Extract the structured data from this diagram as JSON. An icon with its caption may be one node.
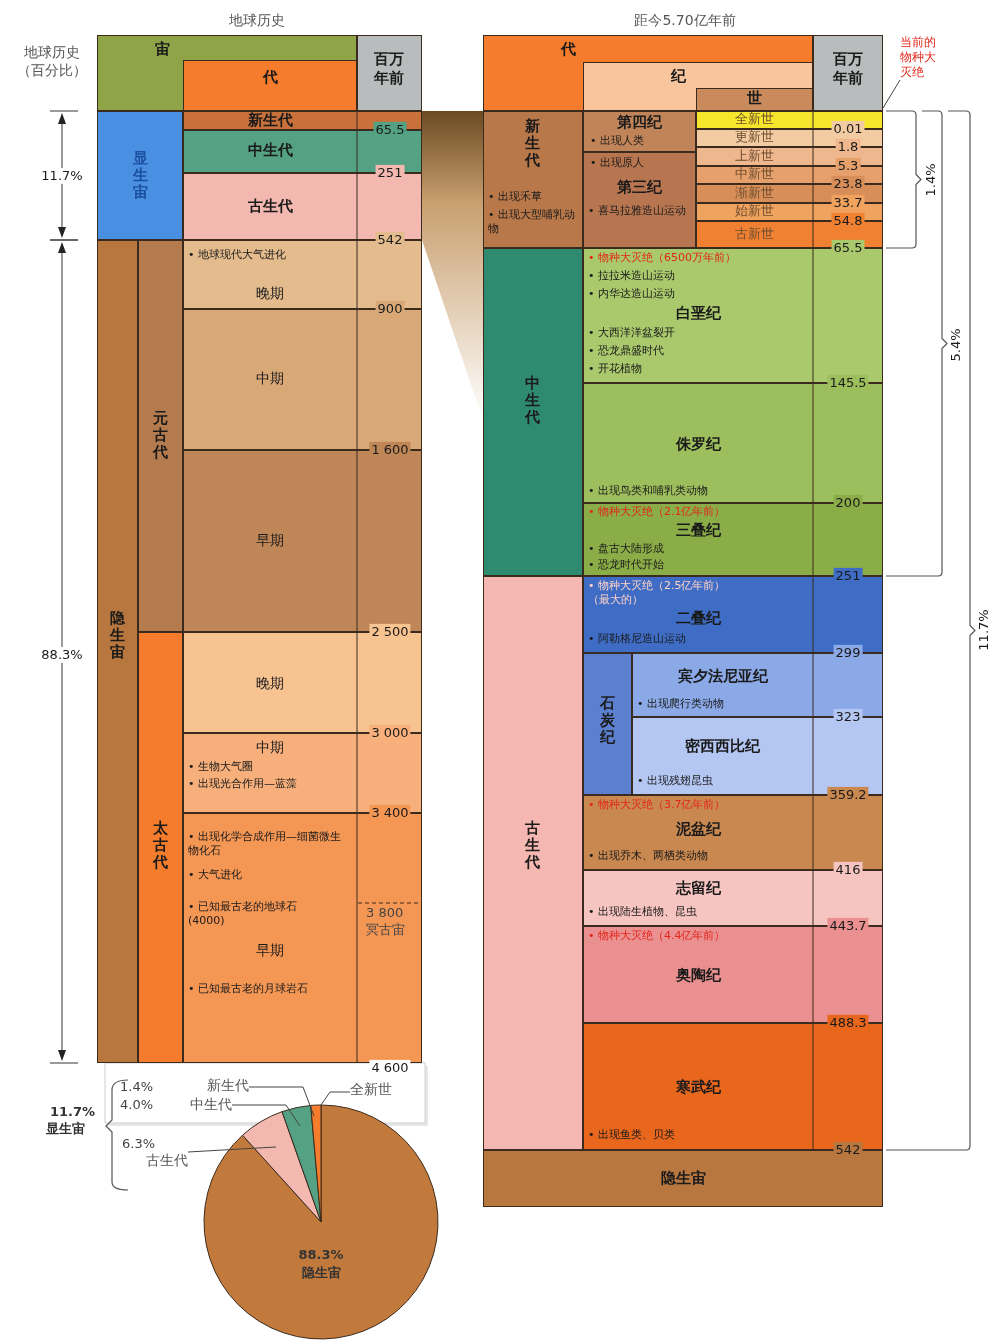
{
  "diagram": {
    "nodes": [
      {
        "text": [
          "宙"
        ]
      },
      {
        "text": [
          "代"
        ],
        "in": 0
      },
      {
        "text": [
          "百万年前"
        ]
      },
      {
        "text": [
          "新生代"
        ]
      },
      {
        "text": [
          "中生代"
        ]
      },
      {
        "text": [
          "古生代"
        ]
      },
      {
        "text": [
          "显生宙"
        ]
      },
      {
        "text": [
          "隐生宙"
        ]
      },
      {
        "text": [
          "元古代"
        ]
      },
      {
        "text": [
          "• 地球现代大气进化",
          "晚期"
        ]
      },
      {
        "text": [
          "中期"
        ]
      },
      {
        "text": [
          "早期"
        ]
      },
      {
        "text": [
          "太古代"
        ]
      },
      {
        "text": [
          "晚期"
        ]
      },
      {
        "text": [
          "中期",
          "• 生物大气圈",
          "• 出现光合作用—蓝藻"
        ]
      },
      {
        "text": [
          "• 出现化学合成作用—细菌微生物化石",
          "• 大气进化",
          "• 已知最古老的地球石(4000)",
          "早期",
          "• 已知最古老的月球岩石"
        ]
      },
      {
        "text": [
          "代"
        ]
      },
      {
        "text": [
          "纪"
        ],
        "in": 16
      },
      {
        "text": [
          "世"
        ],
        "in": 17
      },
      {
        "text": [
          "百万年前"
        ]
      },
      {
        "text": [
          "新生代",
          "• 出现禾草",
          "• 出现大型哺乳动物"
        ]
      },
      {
        "text": [
          "第四纪",
          "• 出现人类"
        ]
      },
      {
        "text": [
          "• 出现原人",
          "第三纪",
          "• 喜马拉雅造山运动"
        ]
      },
      {
        "text": [
          "全新世"
        ]
      },
      {
        "text": [
          "更新世"
        ]
      },
      {
        "text": [
          "上新世"
        ]
      },
      {
        "text": [
          "中新世"
        ]
      },
      {
        "text": [
          "渐新世"
        ]
      },
      {
        "text": [
          "始新世"
        ]
      },
      {
        "text": [
          "古新世"
        ]
      },
      {
        "text": [
          "中生代"
        ]
      },
      {
        "text": [
          "• 物种大灭绝（6500万年前）",
          "• 拉拉米造山运动",
          "• 内华达造山运动",
          "白垩纪",
          "• 大西洋洋盆裂开",
          "• 恐龙鼎盛时代",
          "• 开花植物"
        ]
      },
      {
        "text": [
          "侏罗纪",
          "• 出现鸟类和哺乳类动物"
        ]
      },
      {
        "text": [
          "• 物种大灭绝（2.1亿年前）",
          "三叠纪",
          "• 盘古大陆形成",
          "• 恐龙时代开始"
        ]
      },
      {
        "text": [
          "古生代"
        ]
      },
      {
        "text": [
          "• 物种大灭绝（2.5亿年前）（最大的）",
          "二叠纪",
          "• 阿勒格尼造山运动"
        ]
      },
      {
        "text": [
          "石炭纪"
        ]
      },
      {
        "text": [
          "宾夕法尼亚纪",
          "• 出现爬行类动物"
        ]
      },
      {
        "text": [
          "密西西比纪",
          "• 出现残翅昆虫"
        ]
      },
      {
        "text": [
          "• 物种大灭绝（3.7亿年前）",
          "泥盆纪",
          "• 出现乔木、两栖类动物"
        ]
      },
      {
        "text": [
          "志留纪",
          "• 出现陆生植物、昆虫"
        ]
      },
      {
        "text": [
          "• 物种大灭绝（4.4亿年前）",
          "奥陶纪"
        ]
      },
      {
        "text": [
          "寒武纪",
          "• 出现鱼类、贝类"
        ]
      },
      {
        "text": [
          "隐生宙"
        ]
      },
      {
        "text": [
          "当前的物种大灭绝"
        ]
      },
      {
        "text": [],
        "shape": "wedge"
      },
      {
        "text": [],
        "shape": "wedge"
      },
      {
        "text": [],
        "shape": "wedge"
      },
      {
        "text": [
          "88.3%",
          "隐生宙"
        ]
      },
      {
        "text": [
          "新生代"
        ]
      },
      {
        "text": [
          "中生代"
        ]
      },
      {
        "text": [
          "古生代"
        ]
      },
      {
        "text": [
          "全新世"
        ]
      },
      {
        "text": [],
        "shape": "band"
      }
    ],
    "edges": [
      {
        "from": 44,
        "to": 19,
        "arrow": "none"
      },
      {
        "from": 49,
        "to": 45,
        "arrow": "none"
      },
      {
        "from": 50,
        "to": 46,
        "arrow": "none"
      },
      {
        "from": 51,
        "to": 47,
        "arrow": "none"
      },
      {
        "from": 52,
        "to": 45,
        "arrow": "none"
      }
    ],
    "labels": [
      "地球历史",
      "距今5.70亿年前",
      "地球历史（百分比）",
      "11.7%",
      "88.3%",
      "65.5",
      "251",
      "542",
      "900",
      "1 600",
      "2 500",
      "3 000",
      "3 400",
      "3 800",
      "冥古宙",
      "4 600",
      "0.01",
      "1.8",
      "5.3",
      "23.8",
      "33.7",
      "54.8",
      "65.5",
      "145.5",
      "200",
      "251",
      "299",
      "323",
      "359.2",
      "416",
      "443.7",
      "488.3",
      "542",
      "1.4%",
      "5.4%",
      "11.7%",
      "1.4%",
      "4.0%",
      "11.7%",
      "显生宙",
      "6.3%"
    ]
  }
}
